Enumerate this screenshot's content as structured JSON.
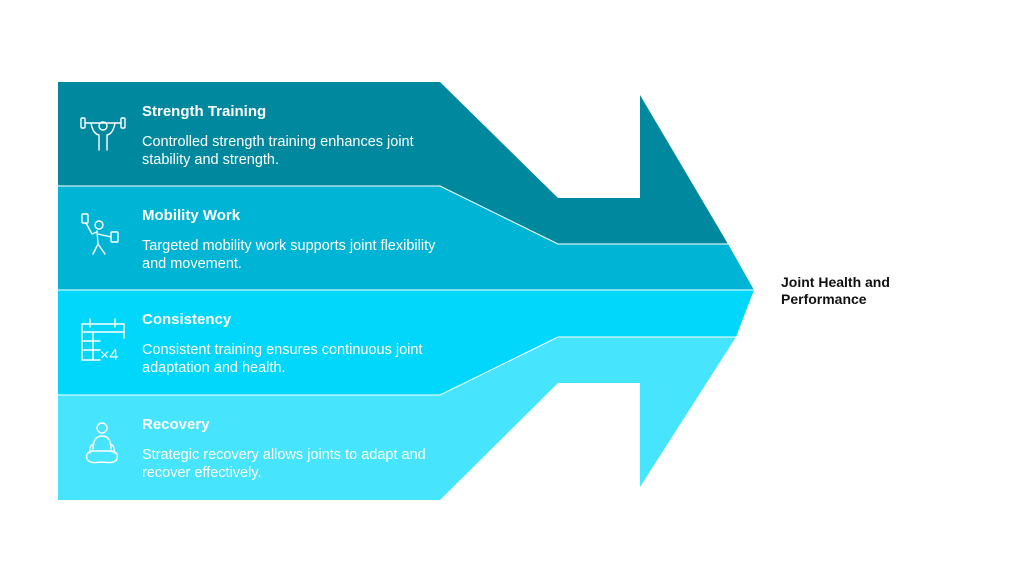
{
  "items": [
    {
      "title": "Strength Training",
      "desc": "Controlled strength training enhances joint stability and strength.",
      "icon": "weightlifter-icon",
      "color": "#00889f"
    },
    {
      "title": "Mobility Work",
      "desc": "Targeted mobility work supports joint flexibility and movement.",
      "icon": "stretching-figure-icon",
      "color": "#00b4d6"
    },
    {
      "title": "Consistency",
      "desc": "Consistent training ensures continuous joint adaptation and health.",
      "icon": "calendar-repeat-icon",
      "color": "#00d7fb"
    },
    {
      "title": "Recovery",
      "desc": "Strategic recovery allows joints to adapt and recover effectively.",
      "icon": "meditation-icon",
      "color": "#47e4fd"
    }
  ],
  "result": "Joint Health and Performance",
  "icon_x4": "×4"
}
